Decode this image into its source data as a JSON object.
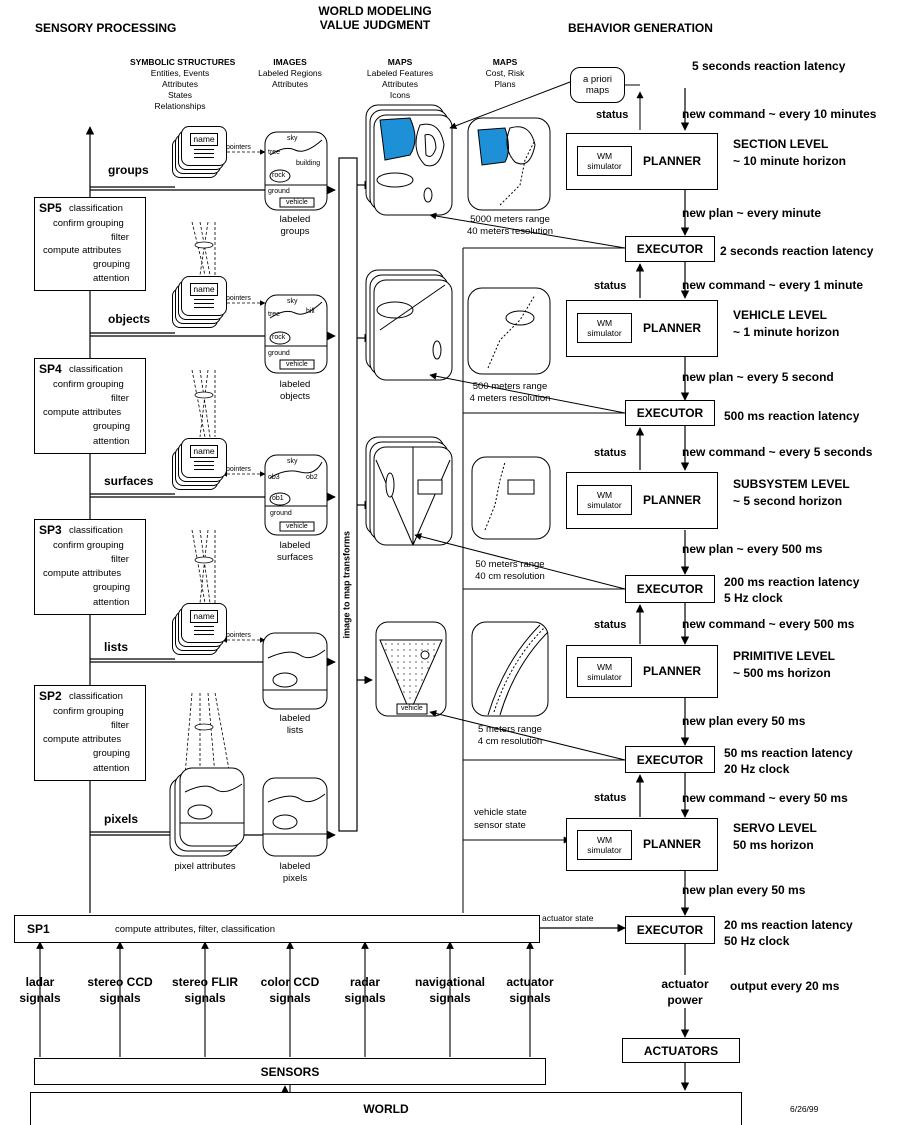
{
  "headers": {
    "sensory_processing": "SENSORY PROCESSING",
    "world_modeling_line1": "WORLD MODELING",
    "world_modeling_line2": "VALUE JUDGMENT",
    "behavior_generation": "BEHAVIOR GENERATION"
  },
  "column_headers": {
    "symbolic": [
      "SYMBOLIC STRUCTURES",
      "Entities, Events",
      "Attributes",
      "States",
      "Relationships"
    ],
    "images": [
      "IMAGES",
      "Labeled Regions",
      "Attributes"
    ],
    "maps1": [
      "MAPS",
      "Labeled Features",
      "Attributes",
      "Icons"
    ],
    "maps2": [
      "MAPS",
      "Cost, Risk",
      "Plans"
    ]
  },
  "sp_boxes": [
    {
      "name": "SP5",
      "lines": [
        "classification",
        "confirm grouping",
        "filter",
        "compute attributes",
        "grouping",
        "attention"
      ]
    },
    {
      "name": "SP4",
      "lines": [
        "classification",
        "confirm grouping",
        "filter",
        "compute attributes",
        "grouping",
        "attention"
      ]
    },
    {
      "name": "SP3",
      "lines": [
        "classification",
        "confirm grouping",
        "filter",
        "compute attributes",
        "grouping",
        "attention"
      ]
    },
    {
      "name": "SP2",
      "lines": [
        "classification",
        "confirm grouping",
        "filter",
        "compute attributes",
        "grouping",
        "attention"
      ]
    }
  ],
  "sp1": {
    "name": "SP1",
    "text": "compute attributes, filter, classification",
    "actuator_state": "actuator state"
  },
  "levels_left": [
    "groups",
    "objects",
    "surfaces",
    "lists",
    "pixels"
  ],
  "name_label": "name",
  "pointers_label": "pointers",
  "image_region_labels": {
    "sky": "sky",
    "tree": "tree",
    "hill": "hill",
    "building": "building",
    "rock": "rock",
    "ground": "ground",
    "vehicle": "vehicle",
    "ob1": "ob1",
    "ob2": "ob2",
    "ob3": "ob3"
  },
  "image_captions": [
    [
      "labeled",
      "groups"
    ],
    [
      "labeled",
      "objects"
    ],
    [
      "labeled",
      "surfaces"
    ],
    [
      "labeled",
      "lists"
    ],
    [
      "labeled",
      "pixels"
    ]
  ],
  "pixel_attributes": "pixel attributes",
  "image_to_map": "image to map transforms",
  "a_priori_maps": [
    "a priori",
    "maps"
  ],
  "map_captions": [
    [
      "5000 meters range",
      "40 meters resolution"
    ],
    [
      "500 meters range",
      "4 meters resolution"
    ],
    [
      "50 meters range",
      "40 cm resolution"
    ],
    [
      "5 meters range",
      "4 cm resolution"
    ]
  ],
  "vehicle_label": "vehicle",
  "vehicle_state": [
    "vehicle state",
    "sensor state"
  ],
  "wm_simulator": [
    "WM",
    "simulator"
  ],
  "planner": "PLANNER",
  "executor": "EXECUTOR",
  "status": "status",
  "behavior": {
    "top_latency": "5 seconds reaction latency",
    "commands": [
      "new command ~ every 10 minutes",
      "new command ~ every 1 minute",
      "new command ~ every 5  seconds",
      "new command ~ every 500 ms",
      "new command ~ every 50 ms"
    ],
    "levels": [
      [
        "SECTION LEVEL",
        "~ 10 minute horizon"
      ],
      [
        "VEHICLE LEVEL",
        "~ 1 minute horizon"
      ],
      [
        "SUBSYSTEM LEVEL",
        "~ 5 second horizon"
      ],
      [
        "PRIMITIVE LEVEL",
        "~ 500 ms horizon"
      ],
      [
        "SERVO LEVEL",
        "50 ms horizon"
      ]
    ],
    "plans": [
      "new plan  ~ every minute",
      "new plan  ~ every  5 second",
      "new plan  ~ every 500 ms",
      "new plan every 50 ms",
      "new plan every 50 ms"
    ],
    "executor_latency": [
      [
        "2 seconds reaction latency"
      ],
      [
        "500 ms reaction latency"
      ],
      [
        "200 ms reaction latency",
        "5 Hz clock"
      ],
      [
        "50 ms reaction latency",
        "20 Hz clock"
      ],
      [
        "20 ms reaction latency",
        "50 Hz clock"
      ]
    ],
    "actuator_power": [
      "actuator",
      "power"
    ],
    "output": "output every 20 ms",
    "actuators": "ACTUATORS"
  },
  "signals": [
    [
      "ladar",
      "signals"
    ],
    [
      "stereo CCD",
      "signals"
    ],
    [
      "stereo FLIR",
      "signals"
    ],
    [
      "color CCD",
      "signals"
    ],
    [
      "radar",
      "signals"
    ],
    [
      "navigational",
      "signals"
    ],
    [
      "actuator",
      "signals"
    ]
  ],
  "sensors": "SENSORS",
  "world": "WORLD",
  "date": "6/26/99",
  "colors": {
    "lake": "#1e90d8",
    "ink": "#000000",
    "paper": "#ffffff"
  }
}
